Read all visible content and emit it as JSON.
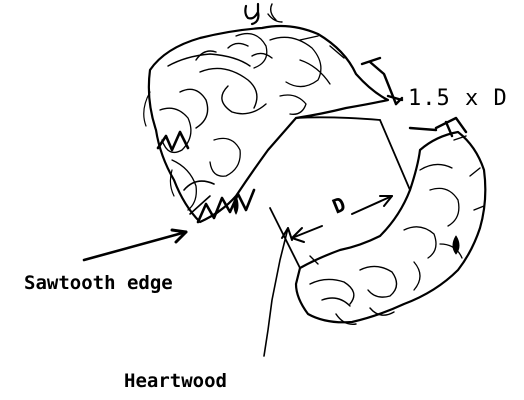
{
  "labels": {
    "dimension": "1.5  x  D",
    "dimension_inner": "D",
    "sawtooth": "Sawtooth  edge",
    "heartwood": "Heartwood"
  },
  "colors": {
    "ink": "#000000",
    "paper": "#ffffff"
  }
}
